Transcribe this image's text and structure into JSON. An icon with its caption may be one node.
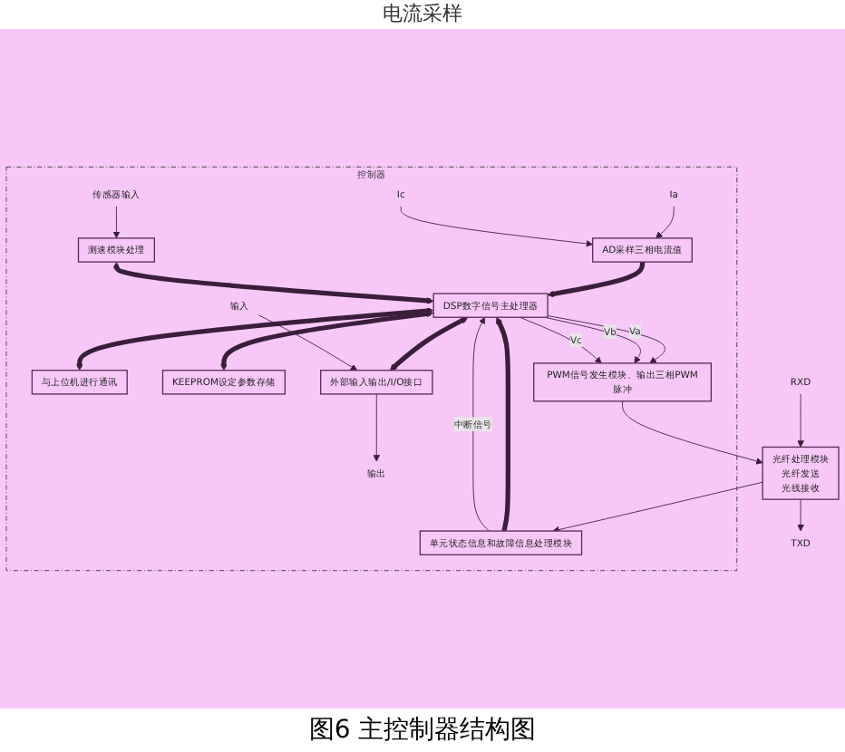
{
  "diagram": {
    "caption": "图6 主控制器结构图",
    "nodes": [
      {
        "text": [
          "控制器"
        ]
      },
      {
        "text": [
          "AD采样三相电流值"
        ],
        "in": 0
      },
      {
        "text": [
          "测速模块处理"
        ],
        "in": 0
      },
      {
        "text": [
          "DSP数字信号主处理器"
        ],
        "in": 0
      },
      {
        "text": [
          "与上位机进行通讯"
        ],
        "in": 0
      },
      {
        "text": [
          "KEEPROM设定参数存储"
        ],
        "in": 0
      },
      {
        "text": [
          "外部输入输出/I/O接口"
        ],
        "in": 0
      },
      {
        "text": [
          "PWM信号发生模块、输出三相PWM脉冲"
        ],
        "in": 0
      },
      {
        "text": [
          "单元状态信息和故障信息处理模块"
        ],
        "in": 0
      },
      {
        "text": [
          "光纤处理模块",
          "光纤发送",
          "光线接收"
        ]
      },
      {
        "text": [
          "Ia"
        ],
        "in": 0
      },
      {
        "text": [
          "Ic"
        ],
        "in": 0
      },
      {
        "text": [
          "传感器输入"
        ],
        "in": 0
      },
      {
        "text": [
          "输出"
        ],
        "in": 0
      },
      {
        "text": [
          "输入"
        ],
        "in": 0
      },
      {
        "text": [
          "TXD"
        ]
      },
      {
        "text": [
          "RXD"
        ]
      }
    ],
    "edges": [
      {
        "from": 10,
        "to": 1,
        "arrow": "to"
      },
      {
        "from": 11,
        "to": 1,
        "arrow": "to"
      },
      {
        "from": 1,
        "to": 3,
        "arrow": "to",
        "style": "thick"
      },
      {
        "from": 12,
        "to": 2,
        "arrow": "to"
      },
      {
        "from": 2,
        "to": 3,
        "arrow": "both",
        "style": "thick"
      },
      {
        "from": 3,
        "to": 4,
        "arrow": "both",
        "style": "thick"
      },
      {
        "from": 3,
        "to": 5,
        "arrow": "both",
        "style": "thick"
      },
      {
        "from": 3,
        "to": 6,
        "arrow": "both",
        "style": "thick"
      },
      {
        "from": 6,
        "to": 13,
        "arrow": "to"
      },
      {
        "from": 14,
        "to": 6,
        "arrow": "to"
      },
      {
        "from": 3,
        "to": 7,
        "label": "Va",
        "arrow": "to"
      },
      {
        "from": 3,
        "to": 7,
        "label": "Vb",
        "arrow": "to"
      },
      {
        "from": 3,
        "to": 7,
        "label": "Vc",
        "arrow": "to"
      },
      {
        "from": 8,
        "to": 3,
        "arrow": "to",
        "style": "thick"
      },
      {
        "from": 8,
        "to": 3,
        "label": "中断信号",
        "arrow": "to"
      },
      {
        "from": 7,
        "to": 9,
        "arrow": "to"
      },
      {
        "from": 9,
        "to": 8,
        "arrow": "to"
      },
      {
        "from": 9,
        "to": 15,
        "arrow": "to"
      },
      {
        "from": 16,
        "to": 9,
        "arrow": "to"
      }
    ],
    "labels": [
      "电流采样"
    ]
  }
}
